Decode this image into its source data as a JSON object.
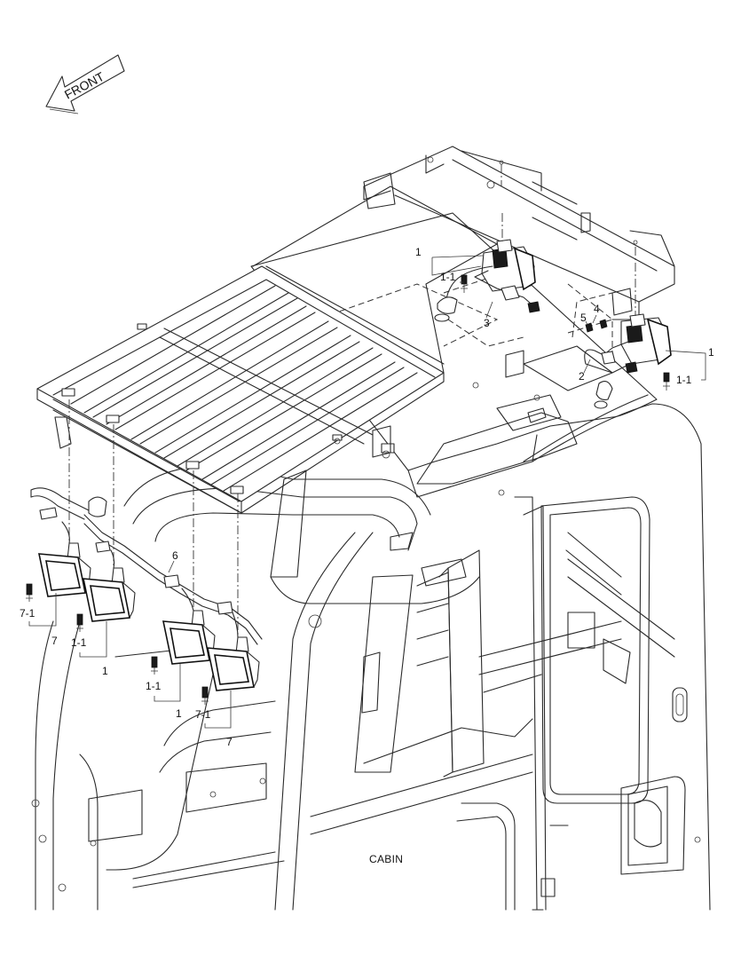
{
  "diagram": {
    "front_arrow": "FRONT",
    "caption": "CABIN",
    "callouts": [
      {
        "id": "c1",
        "text": "1"
      },
      {
        "id": "c2",
        "text": "1-1"
      },
      {
        "id": "c3",
        "text": "3"
      },
      {
        "id": "c4",
        "text": "4"
      },
      {
        "id": "c5",
        "text": "5"
      },
      {
        "id": "c6",
        "text": "2"
      },
      {
        "id": "c7",
        "text": "1"
      },
      {
        "id": "c8",
        "text": "1-1"
      },
      {
        "id": "c9",
        "text": "6"
      },
      {
        "id": "c10",
        "text": "7-1"
      },
      {
        "id": "c11",
        "text": "7"
      },
      {
        "id": "c12",
        "text": "1-1"
      },
      {
        "id": "c13",
        "text": "1"
      },
      {
        "id": "c14",
        "text": "1-1"
      },
      {
        "id": "c15",
        "text": "1"
      },
      {
        "id": "c16",
        "text": "7-1"
      },
      {
        "id": "c17",
        "text": "7"
      }
    ]
  }
}
